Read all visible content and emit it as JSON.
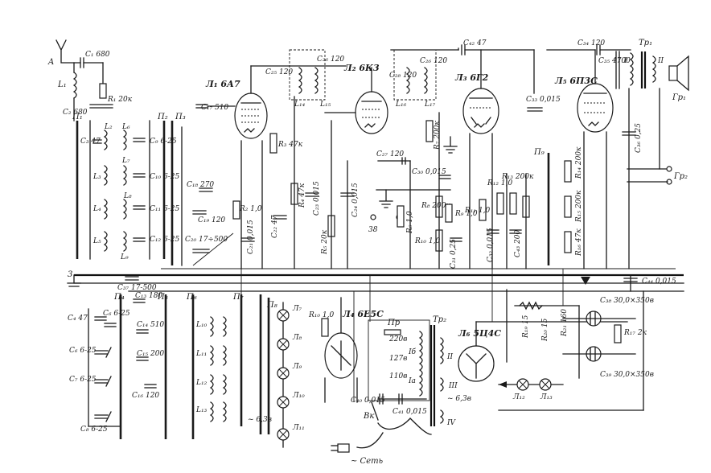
{
  "diagram": {
    "antenna": "A",
    "ground": "3",
    "mains": "~ Сеть",
    "switch": "Вк",
    "heater_voltage": "~ 6,3в",
    "heater_voltage_b": "~ 6,3в",
    "tubes": {
      "t1": "Л₁ 6А7",
      "t2": "Л₂ 6К3",
      "t3": "Л₃ 6Г2",
      "t4": "Л₅ 6П3С",
      "t5": "Л₄ 6Е5С",
      "t6": "Л₆ 5Ц4С"
    },
    "transformers": {
      "tr1": "Тр₁",
      "tr2": "Тр₂",
      "fuse": "Пр",
      "v220": "220в",
      "v127": "127в",
      "v110": "110в",
      "w1": "I",
      "w2": "II",
      "w1b": "Iб",
      "w1a": "Iа",
      "w2b": "II",
      "w3": "III",
      "w4": "IV"
    },
    "speaker": "Гр₁",
    "ext_speaker": "Гр₂",
    "coils": [
      "L₁",
      "L₂",
      "L₃",
      "L₄",
      "L₅",
      "L₆",
      "L₇",
      "L₈",
      "L₉",
      "L₁₀",
      "L₁₁",
      "L₁₂",
      "L₁₃",
      "L₁₄",
      "L₁₅",
      "L₁₆",
      "L₁₇"
    ],
    "switches": [
      "П₁",
      "П₂",
      "П₃",
      "П₄",
      "П₅",
      "П₆",
      "П₇",
      "П₈",
      "П₉"
    ],
    "lamps": [
      "Л₇",
      "Л₈",
      "Л₉",
      "Л₁₀",
      "Л₁₁",
      "Л₁₂",
      "Л₁₃"
    ],
    "caps": {
      "c1": "C₁ 680",
      "c2": "C₂ 680",
      "c3": "C₃ 47",
      "c4": "C₄ 47",
      "c6": "C₆ 6-25",
      "c6b": "C₆ 6-25",
      "c7": "C₇ 6-25",
      "c8": "C₈ 6-25",
      "c9": "C₉ 6-25",
      "c10": "C₁₀ 6-25",
      "c11": "C₁₁ 6-25",
      "c12": "C₁₂ 6-25",
      "c13": "C₁₃ 180",
      "c14": "C₁₄ 510",
      "c15": "C₁₅ 200",
      "c16": "C₁₆ 120",
      "c17": "C₁₇ 510",
      "c18": "C₁₈ 270",
      "c19": "C₁₉ 120",
      "c20": "C₂₀ 17÷500",
      "c21": "C₂₁ 0,015",
      "c22": "C₂₂ 47",
      "c23": "C₂₃ 0,015",
      "c24": "C₂₄ 0,015",
      "c25": "C₂₅ 120",
      "c26": "C₂₆ 120",
      "c26b": "C₂₆ 120",
      "c27": "C₂₇ 120",
      "c28": "C₂₈ 120",
      "c30": "C₃₀ 0,015",
      "c31": "C₃₁ 0,25",
      "c32": "C₃₂ 0,015",
      "c33": "C₃₃ 0,015",
      "c34": "C₃₄ 120",
      "c35": "C₃₅ 4700",
      "c36": "C₃₆ 0,25",
      "c37": "C₃₇ 17-500",
      "c38": "C₃₈ 30,0×350в",
      "c39": "C₃₉ 30,0×350в",
      "c40": "C₄₀ 0,015",
      "c41": "C₄₁ 0,015",
      "c42": "C₄₂ 47",
      "c43": "C₄₃ 200",
      "c44": "C₄₄ 0,015"
    },
    "resistors": {
      "r1": "R₁ 20к",
      "r2": "R₂ 1,0",
      "r3": "R₃ 47к",
      "r4": "R₄ 47к",
      "r5": "R₅ 20к",
      "r6": "R₆ 1,0",
      "r7": "R₇ 200к",
      "r8": "R₈ 200к",
      "r9": "R₉ 1,0",
      "r10": "R₁₀ 1,0",
      "r10b": "R₁₀ 1,0",
      "r11": "R₁₁ 1,0",
      "r12": "R₁₂ 1,0",
      "r13": "R₁₃ 200к",
      "r14": "R₁₄ 200к",
      "r15": "R₁₅ 200к",
      "r16": "R₁₆ 47к",
      "r17": "R₁₇ 2к",
      "r19": "R₁₉ 15",
      "r20": "R₂₀ 15",
      "r21": "R₂₁ 160"
    },
    "terminal_38": "38"
  }
}
